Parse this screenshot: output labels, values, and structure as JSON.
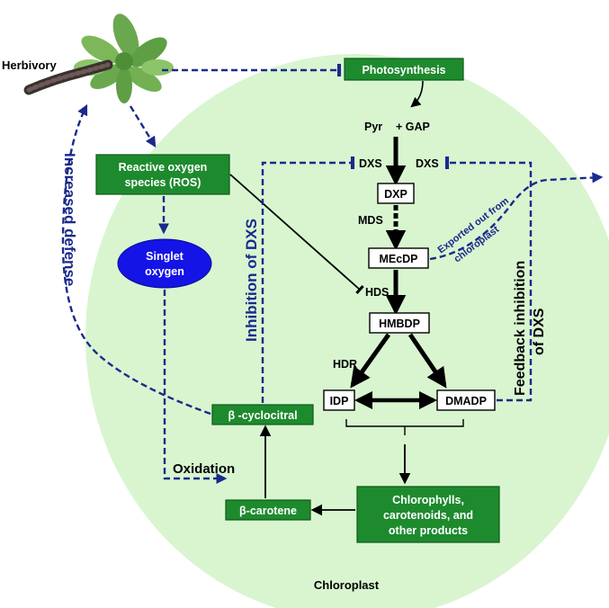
{
  "labels": {
    "herbivory": "Herbivory",
    "photosynthesis": "Photosynthesis",
    "pyr": "Pyr",
    "gap": "+ GAP",
    "ros_line1": "Reactive oxygen",
    "ros_line2": "species (ROS)",
    "singlet_line1": "Singlet",
    "singlet_line2": "oxygen",
    "dxs_left": "DXS",
    "dxs_right": "DXS",
    "dxp": "DXP",
    "mds": "MDS",
    "mecdp": "MEcDP",
    "hds": "HDS",
    "hmbdp": "HMBDP",
    "hdr": "HDR",
    "idp": "IDP",
    "dmadp": "DMADP",
    "cyclocitral": "β -cyclocitral",
    "carotene": "β-carotene",
    "products_line1": "Chlorophylls,",
    "products_line2": "carotenoids, and",
    "products_line3": "other products",
    "oxidation": "Oxidation",
    "chloroplast": "Chloroplast",
    "increased_defense": "Increased defense",
    "inhibition_dxs": "Inhibition of DXS",
    "exported_line1": "Exported out from",
    "exported_line2": "chloroplast",
    "feedback_line1": "Feedback inhibition",
    "feedback_line2": "of DXS"
  },
  "colors": {
    "chloroplast_fill": "#d8f5d0",
    "green_box": "#1e8a2e",
    "singlet_oxygen": "#1414e6",
    "dashed_arrow": "#1a2a8c"
  },
  "icons": {
    "herbivory_image": "caterpillar-on-rosette-plant"
  }
}
